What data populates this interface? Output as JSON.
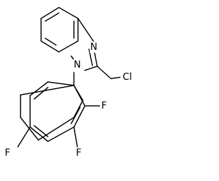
{
  "molecule": {
    "atoms": {
      "N3": "N",
      "N1": "N",
      "Cl": "Cl",
      "F_top": "F",
      "F_mid": "F",
      "F_left": "F"
    }
  }
}
